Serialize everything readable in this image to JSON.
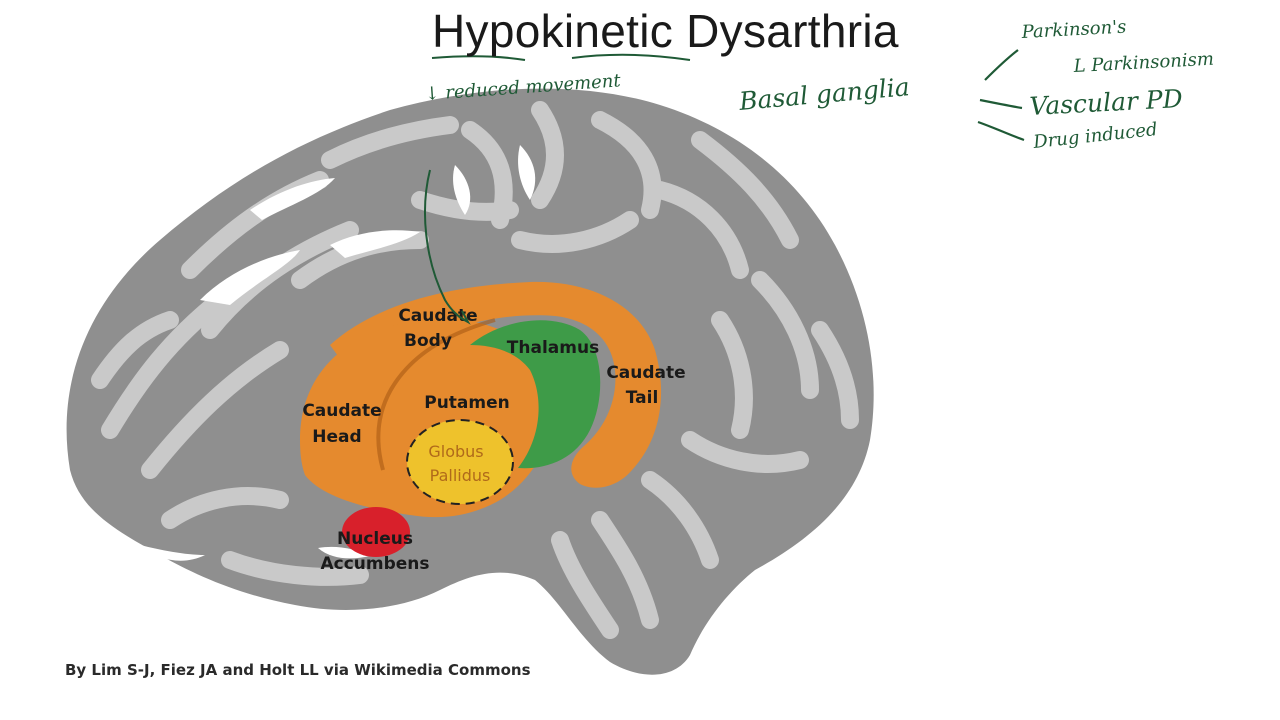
{
  "slide": {
    "title": "Hypokinetic Dysarthria",
    "credit": "By Lim S-J, Fiez JA and Holt LL via Wikimedia Commons"
  },
  "diagram": {
    "labels": {
      "caudate_body_1": "Caudate",
      "caudate_body_2": "Body",
      "thalamus": "Thalamus",
      "caudate_tail_1": "Caudate",
      "caudate_tail_2": "Tail",
      "caudate_head_1": "Caudate",
      "caudate_head_2": "Head",
      "putamen": "Putamen",
      "globus_1": "Globus",
      "globus_2": "Pallidus",
      "nucleus_1": "Nucleus",
      "nucleus_2": "Accumbens"
    },
    "colors": {
      "striatum": "#e58a2e",
      "thalamus": "#3e9b48",
      "globus_pallidus": "#eec22c",
      "nucleus_accumbens": "#d8202b",
      "brain_dark": "#8f8f8f",
      "brain_light": "#c9c9c9",
      "ink": "#1f5a36"
    }
  },
  "annotations": {
    "reduced_movement": "↓ reduced movement",
    "basal_ganglia": "Basal ganglia",
    "parkinsons": "Parkinson's",
    "parkinsonism": "L Parkinsonism",
    "vascular_pd": "Vascular PD",
    "drug_induced": "Drug induced"
  }
}
